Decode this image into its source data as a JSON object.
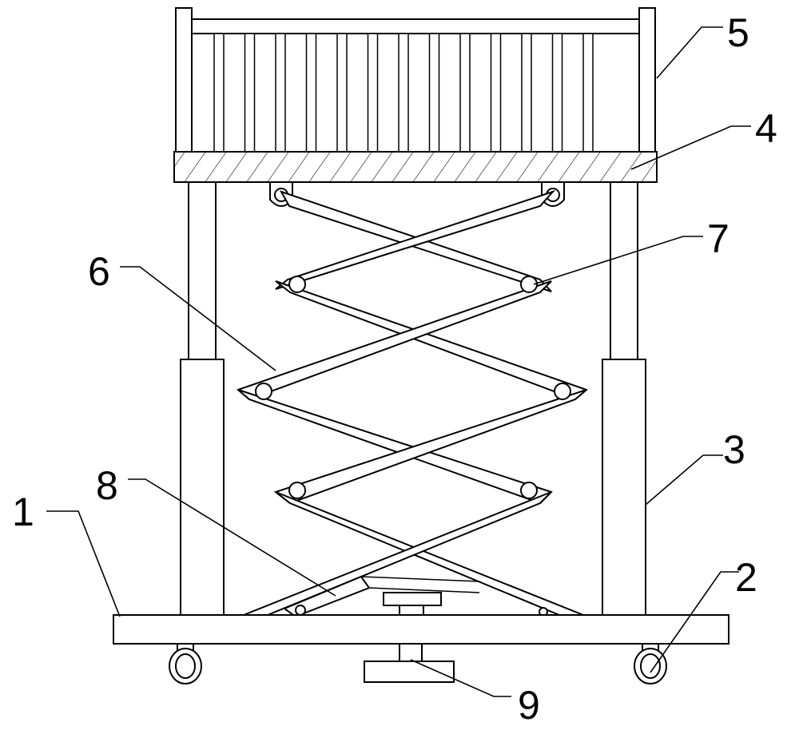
{
  "diagram": {
    "labels": {
      "base_plate": "1",
      "wheel": "2",
      "support_column": "3",
      "platform": "4",
      "guardrail": "5",
      "scissor_arm": "6",
      "pivot_pin": "7",
      "hydraulic_cylinder": "8",
      "foot_brake": "9"
    }
  }
}
